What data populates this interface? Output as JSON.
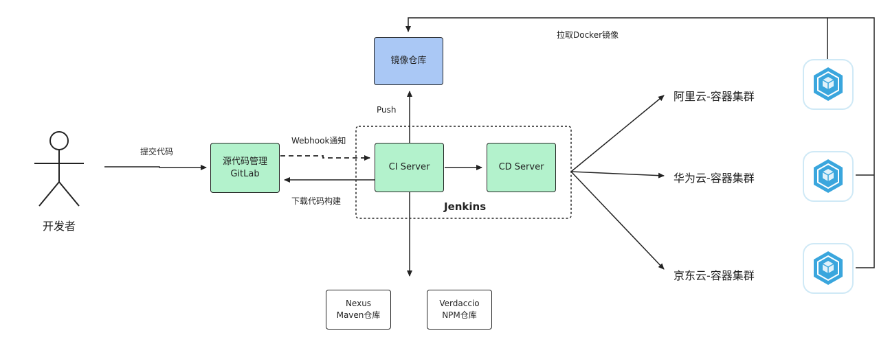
{
  "developer": {
    "label": "开发者"
  },
  "edges": {
    "commit": "提交代码",
    "webhook": "Webhook通知",
    "download_build": "下载代码构建",
    "push": "Push",
    "pull_image": "拉取Docker镜像"
  },
  "nodes": {
    "gitlab": {
      "line1": "源代码管理",
      "line2": "GitLab"
    },
    "registry": {
      "label": "镜像仓库"
    },
    "ci": {
      "label": "CI Server"
    },
    "cd": {
      "label": "CD Server"
    },
    "nexus": {
      "line1": "Nexus",
      "line2": "Maven仓库"
    },
    "verdaccio": {
      "line1": "Verdaccio",
      "line2": "NPM仓库"
    }
  },
  "group": {
    "title": "Jenkins"
  },
  "clusters": [
    {
      "label": "阿里云-容器集群",
      "icon": "kubernetes-icon"
    },
    {
      "label": "华为云-容器集群",
      "icon": "kubernetes-icon"
    },
    {
      "label": "京东云-容器集群",
      "icon": "kubernetes-icon"
    }
  ],
  "colors": {
    "green": "#b3f2cc",
    "blue": "#aac8f5",
    "stroke": "#222222",
    "icon": "#3aa6dd"
  }
}
